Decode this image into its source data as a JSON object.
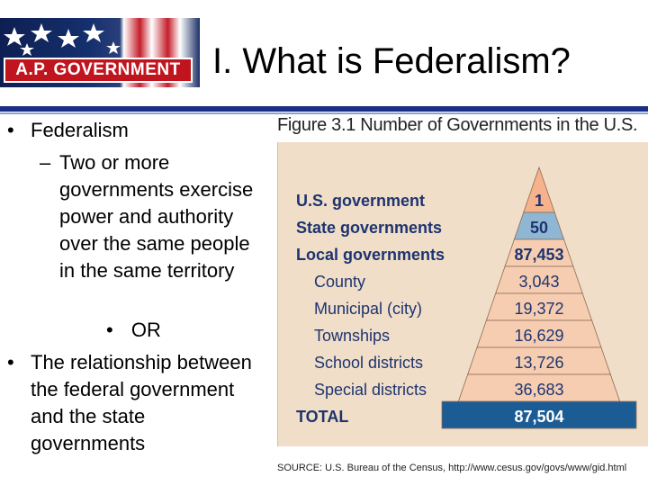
{
  "banner": {
    "label": "A.P. GOVERNMENT"
  },
  "slide": {
    "title": "I. What is Federalism?"
  },
  "bullets": {
    "b1": "Federalism",
    "b2": "Two or more governments exercise power and authority over the same people in the same territory",
    "or": "OR",
    "b3": "The relationship between the federal government and the state governments",
    "bullet_char": "•",
    "dash_char": "–"
  },
  "figure": {
    "title": "Figure 3.1 Number of Governments in the U.S.",
    "source": "SOURCE: U.S. Bureau of the Census, http://www.cesus.gov/govs/www/gid.html"
  },
  "chart_data": {
    "type": "table",
    "title": "Figure 3.1 Number of Governments in the U.S.",
    "rows": [
      {
        "label": "U.S. government",
        "value": "1",
        "bold": true,
        "indent": 0,
        "fill": "#f6b28a"
      },
      {
        "label": "State governments",
        "value": "50",
        "bold": true,
        "indent": 0,
        "fill": "#8fb6d2"
      },
      {
        "label": "Local governments",
        "value": "87,453",
        "bold": true,
        "indent": 0,
        "fill": "#f6cdb0"
      },
      {
        "label": "County",
        "value": "3,043",
        "bold": false,
        "indent": 1,
        "fill": "#f6cdb0"
      },
      {
        "label": "Municipal (city)",
        "value": "19,372",
        "bold": false,
        "indent": 1,
        "fill": "#f6cdb0"
      },
      {
        "label": "Townships",
        "value": "16,629",
        "bold": false,
        "indent": 1,
        "fill": "#f6cdb0"
      },
      {
        "label": "School districts",
        "value": "13,726",
        "bold": false,
        "indent": 1,
        "fill": "#f6cdb0"
      },
      {
        "label": "Special districts",
        "value": "36,683",
        "bold": false,
        "indent": 1,
        "fill": "#f6cdb0"
      },
      {
        "label": "TOTAL",
        "value": "87,504",
        "bold": true,
        "indent": 0,
        "fill": "#1c5c94",
        "value_color": "#ffffff"
      }
    ],
    "colors": {
      "label": "#1d3470",
      "value": "#1d3470"
    }
  }
}
